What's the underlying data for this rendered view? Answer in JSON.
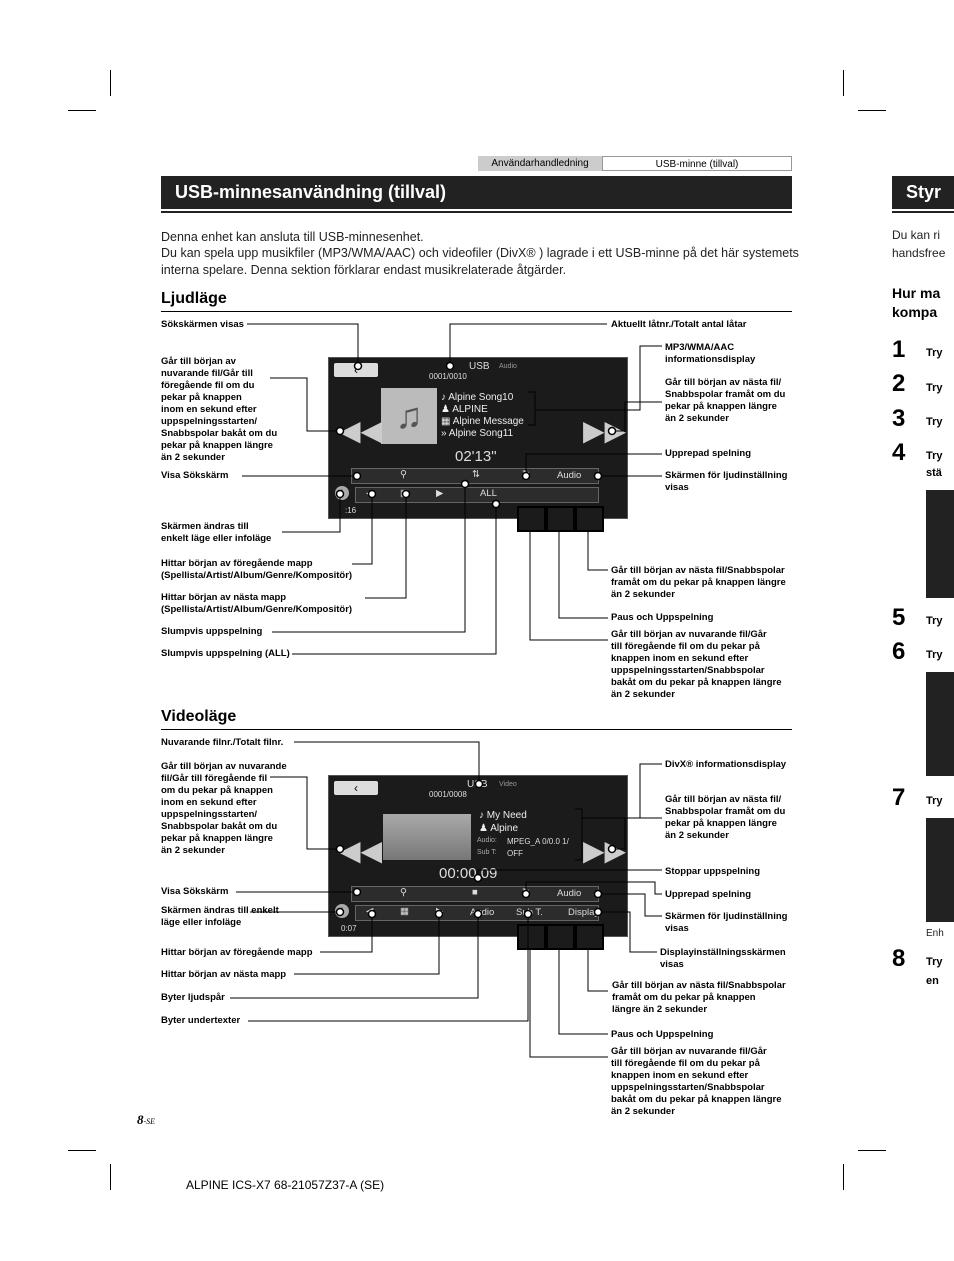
{
  "header": {
    "tab_left": "Användarhandledning",
    "tab_right": "USB-minne (tillval)"
  },
  "title": "USB-minnesanvändning (tillval)",
  "intro": {
    "line1": "Denna enhet kan ansluta till USB-minnesenhet.",
    "line2": "Du kan spela upp musikfiler (MP3/WMA/AAC) och videofiler (DivX® ) lagrade i ett USB-minne på det här systemets",
    "line3": "interna spelare. Denna sektion förklarar endast musikrelaterade åtgärder."
  },
  "audio": {
    "heading": "Ljudläge",
    "screen": {
      "source": "USB",
      "mode": "Audio",
      "track": "0001/0010",
      "songs": [
        "Alpine Song10",
        "ALPINE",
        "Alpine Message",
        "Alpine Song11"
      ],
      "time": "02'13\"",
      "btn_audio": "Audio",
      "shuffle_all": "ALL",
      "clock": ":16"
    },
    "labels_left": {
      "search_screen": "Sökskärmen visas",
      "prev": "Går till början av\nnuvarande fil/Går till\nföregående fil om du\npekar på knappen\ninom en sekund efter\nuppspelningsstarten/\nSnabbspolar bakåt om du\npekar på knappen längre\nän 2 sekunder",
      "show_search": "Visa Sökskärm",
      "simple_mode": "Skärmen ändras till\nenkelt läge eller infoläge",
      "prev_folder": "Hittar början av föregående mapp\n(Spellista/Artist/Album/Genre/Kompositör)",
      "next_folder": "Hittar början av nästa mapp\n(Spellista/Artist/Album/Genre/Kompositör)",
      "shuffle": "Slumpvis uppspelning",
      "shuffle_all": "Slumpvis uppspelning (ALL)"
    },
    "labels_right": {
      "track_total": "Aktuellt låtnr./Totalt antal låtar",
      "info_display": "MP3/WMA/AAC\ninformationsdisplay",
      "next": "Går till början av nästa fil/\nSnabbspolar framåt om du\npekar på knappen längre\nän 2 sekunder",
      "repeat": "Upprepad spelning",
      "audio_settings": "Skärmen för ljudinställning\nvisas",
      "next2": "Går till början av nästa fil/Snabbspolar\nframåt om du pekar på knappen längre\nän 2 sekunder",
      "pause": "Paus och Uppspelning",
      "prev2": "Går till början av nuvarande fil/Går\ntill föregående fil om du pekar på\nknappen inom en sekund efter\nuppspelningsstarten/Snabbspolar\nbakåt om du pekar på knappen längre\nän 2 sekunder"
    }
  },
  "video": {
    "heading": "Videoläge",
    "screen": {
      "source": "USB",
      "mode": "Video",
      "track": "0001/0008",
      "title": "My Need",
      "artist": "Alpine",
      "audio_label": "Audio:",
      "audio_val": "MPEG_A  0/0.0  1/",
      "sub_label": "Sub T:",
      "sub_val": "OFF",
      "time": "00:00 09",
      "btn_audio": "Audio",
      "btn_sub": "Sub T.",
      "btn_display": "Display",
      "btn_audio2": "Audio",
      "clock": "0:07"
    },
    "labels_left": {
      "track_total": "Nuvarande filnr./Totalt filnr.",
      "prev": "Går till början av nuvarande\nfil/Går till föregående fil\nom du pekar på knappen\ninom en sekund efter\nuppspelningsstarten/\nSnabbspolar bakåt om du\npekar på knappen längre\nän 2 sekunder",
      "show_search": "Visa Sökskärm",
      "simple_mode": "Skärmen ändras till enkelt\nläge eller infoläge",
      "prev_folder": "Hittar början av föregående mapp",
      "next_folder": "Hittar början av nästa mapp",
      "audio_track": "Byter ljudspår",
      "subtitle": "Byter undertexter"
    },
    "labels_right": {
      "divx": "DivX® informationsdisplay",
      "next": "Går till början av nästa fil/\nSnabbspolar framåt om du\npekar på knappen längre\nän 2 sekunder",
      "stop": "Stoppar uppspelning",
      "repeat": "Upprepad spelning",
      "audio_settings": "Skärmen för ljudinställning\nvisas",
      "display_settings": "Displayinställningsskärmen\nvisas",
      "next2": "Går till början av nästa fil/Snabbspolar\nframåt om du pekar på knappen\nlängre än 2 sekunder",
      "pause": "Paus och Uppspelning",
      "prev2": "Går till början av nuvarande fil/Går\ntill föregående fil om du pekar på\nknappen inom en sekund efter\nuppspelningsstarten/Snabbspolar\nbakåt om du pekar på knappen längre\nän 2 sekunder"
    }
  },
  "page_number": "8",
  "page_suffix": "-SE",
  "footer": "ALPINE ICS-X7 68-21057Z37-A (SE)",
  "next_page": {
    "title": "Styr",
    "intro1": "Du kan ri",
    "intro2": "handsfree",
    "sub1": "Hur ma",
    "sub2": "kompa",
    "steps": [
      "1",
      "2",
      "3",
      "4",
      "5",
      "6",
      "7",
      "8"
    ],
    "try": "Try",
    "sta": "stä",
    "enh": "Enh",
    "en": "en"
  }
}
